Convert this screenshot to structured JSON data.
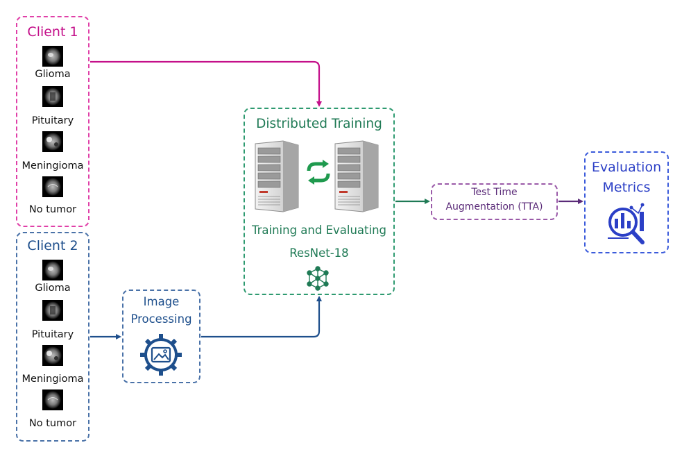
{
  "client1": {
    "title": "Client 1",
    "classes": [
      "Glioma",
      "Pituitary",
      "Meningioma",
      "No tumor"
    ]
  },
  "client2": {
    "title": "Client 2",
    "classes": [
      "Glioma",
      "Pituitary",
      "Meningioma",
      "No tumor"
    ]
  },
  "image_processing": {
    "line1": "Image",
    "line2": "Processing",
    "icon": "image-processing-gear-icon"
  },
  "distributed_training": {
    "title": "Distributed Training",
    "subtitle": "Training and Evaluating",
    "model": "ResNet-18",
    "icons": [
      "server-icon",
      "sync-arrows-icon",
      "server-icon",
      "neural-network-icon"
    ]
  },
  "tta": {
    "line1": "Test Time",
    "line2": "Augmentation (TTA)"
  },
  "evaluation": {
    "line1": "Evaluation",
    "line2": "Metrics",
    "icon": "analytics-magnifier-icon"
  },
  "colors": {
    "client1": "#e040a8",
    "client2": "#1e4f8c",
    "training": "#1f7a55",
    "tta": "#5a2a78",
    "evaluation": "#2b3fc6"
  }
}
